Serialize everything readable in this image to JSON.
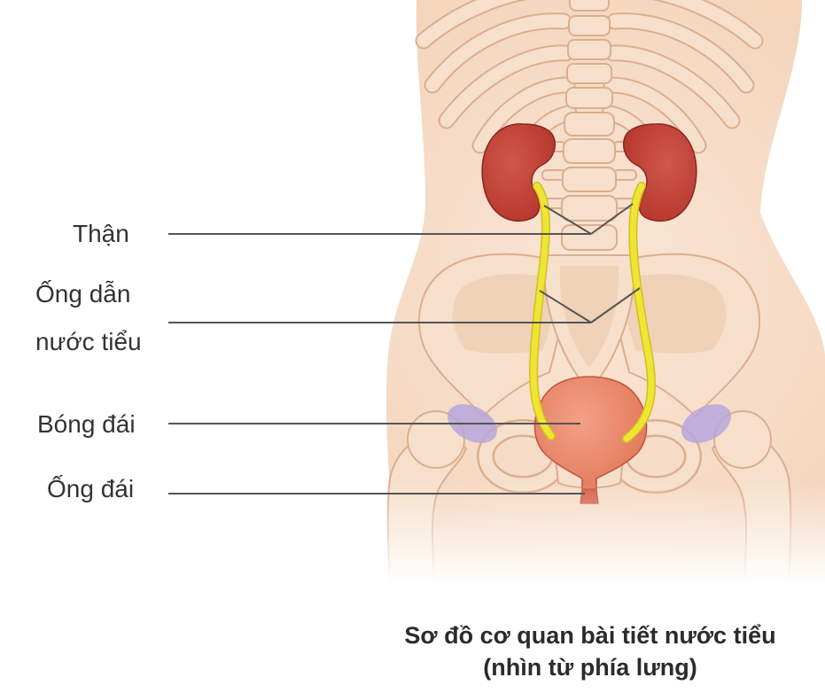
{
  "diagram": {
    "labels": {
      "kidney": "Thận",
      "ureter": [
        "Ống dẫn",
        "nước tiểu"
      ],
      "bladder": "Bóng đái",
      "urethra": "Ống đái"
    },
    "caption": {
      "title": "Sơ đồ cơ quan bài tiết nước tiểu",
      "subtitle": "(nhìn từ phía lưng)"
    }
  },
  "colors": {
    "skin": "#f3d2b8",
    "bone": "#f6e0cb",
    "kidney": "#b5352b",
    "ureter": "#f0e534",
    "bladder": "#e07456",
    "hip_cartilage": "#b7a6dc",
    "leader_line": "#555555",
    "text": "#333333"
  }
}
